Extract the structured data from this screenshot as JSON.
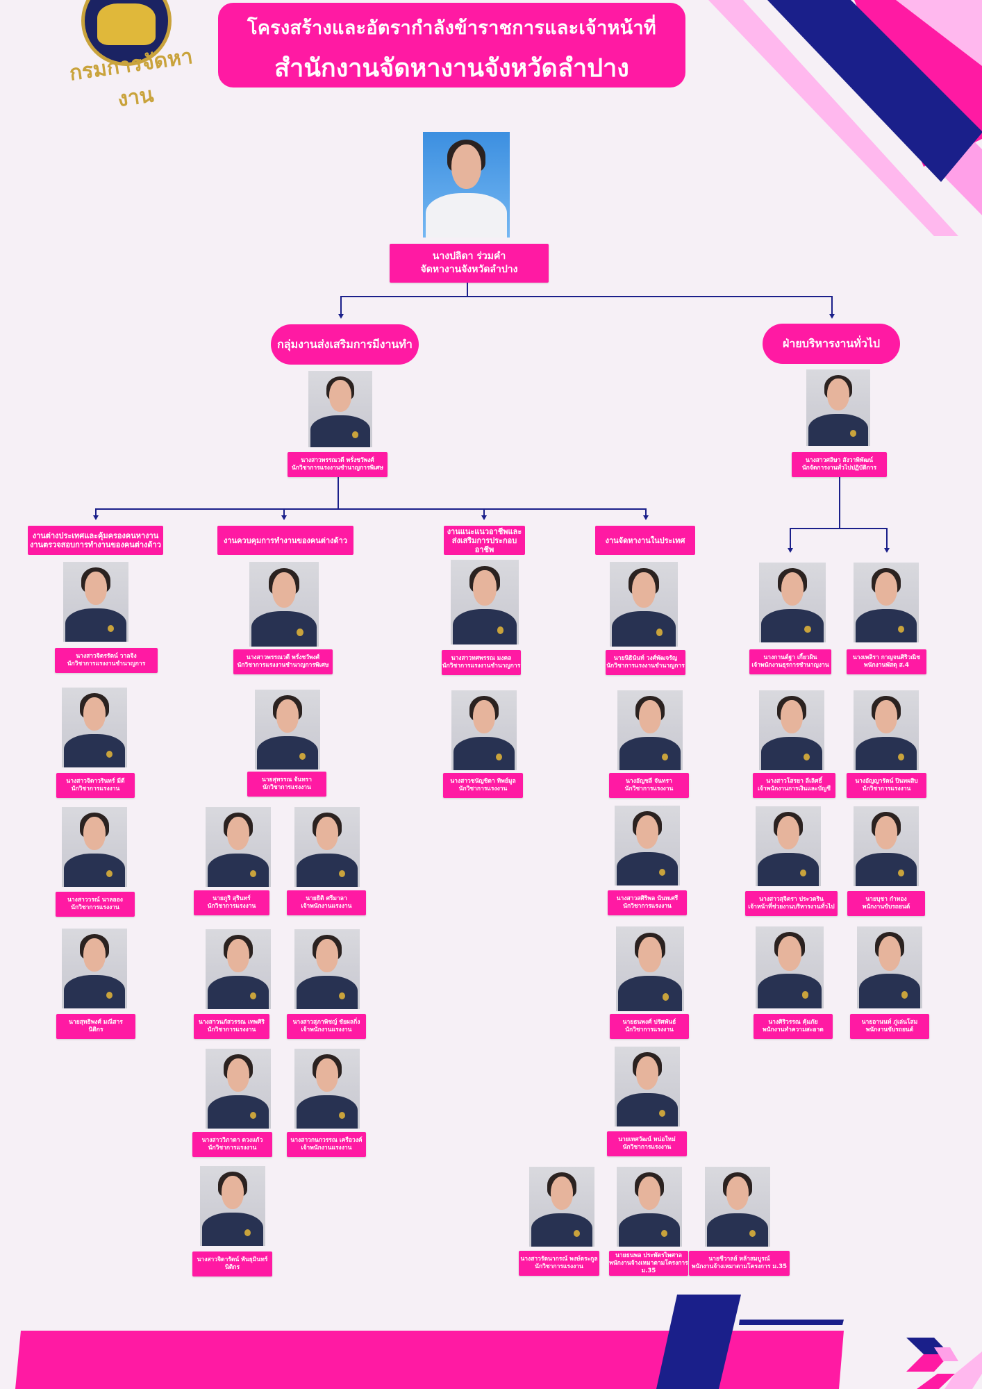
{
  "header": {
    "line1": "โครงสร้างและอัตรากำลังข้าราชการและเจ้าหน้าที่",
    "line2": "สำนักงานจัดหางานจังหวัดลำปาง"
  },
  "logo": {
    "text": "กรมการจัดหางาน"
  },
  "colors": {
    "accent": "#ff1aa3",
    "navy": "#1a1f8a",
    "light_pink": "#ffa3e6"
  },
  "director": {
    "name": "นางปลิดา ร่วมคำ",
    "title": "จัดหางานจังหวัดลำปาง"
  },
  "groups": {
    "employment": "กลุ่มงานส่งเสริมการมีงานทำ",
    "admin": "ฝ่ายบริหารงานทั่วไป"
  },
  "heads": {
    "employment": {
      "name": "นางสาวพรรณวดี พรั่งชวัพงศ์",
      "title": "นักวิชาการแรงงานชำนาญการพิเศษ"
    },
    "admin": {
      "name": "นางสาวศลิษา สังวาพิพัฒน์",
      "title": "นักจัดการงานทั่วไปปฏิบัติการ"
    }
  },
  "sections": {
    "s1a": "งานต่างประเทศและคุ้มครองคนหางาน",
    "s1b": "งานตรวจสอบการทำงานของคนต่างด้าว",
    "s2": "งานควบคุมการทำงานของคนต่างด้าว",
    "s3a": "งานแนะแนวอาชีพและ",
    "s3b": "ส่งเสริมการประกอบอาชีพ",
    "s4": "งานจัดหางานในประเทศ"
  },
  "staff": [
    {
      "name": "นางสาวจิตรรัตน์ วาลจิง",
      "title": "นักวิชาการแรงงานชำนาญการ"
    },
    {
      "name": "นางสาวจิดาวรินทร์ มีดี",
      "title": "นักวิชาการแรงงาน"
    },
    {
      "name": "นางสาววรณ์ นาลออง",
      "title": "นักวิชาการแรงงาน"
    },
    {
      "name": "นายสุทธิพงศ์ มณีสาร",
      "title": "นิติกร"
    },
    {
      "name": "นางสาวพรรณวดี พรั่งชวัพงศ์",
      "title": "นักวิชาการแรงงานชำนาญการพิเศษ"
    },
    {
      "name": "นายสุทรรณ จันทรา",
      "title": "นักวิชาการแรงงาน"
    },
    {
      "name": "นายภูริ สุรินทร์",
      "title": "นักวิชาการแรงงาน"
    },
    {
      "name": "นายธิติ ศรีมาลา",
      "title": "เจ้าพนักงานแรงงาน"
    },
    {
      "name": "นางสาวนภัสวรรณ เทพศิริ",
      "title": "นักวิชาการแรงงาน"
    },
    {
      "name": "นางสาวสุภาพิชญ์ ชัยผลกิ่ง",
      "title": "เจ้าพนักงานแรงงาน"
    },
    {
      "name": "นางสาววิภาดา ดวงแก้ว",
      "title": "นักวิชาการแรงงาน"
    },
    {
      "name": "นางสาวกนกวรรณ เครือวงค์",
      "title": "เจ้าพนักงานแรงงาน"
    },
    {
      "name": "นางสาวจิดารัตน์ พันธุมินทร์",
      "title": "นิติกร"
    },
    {
      "name": "นางสาวทศพรรณ มงคล",
      "title": "นักวิชาการแรงงานชำนาญการ"
    },
    {
      "name": "นางสาวชนัญชิดา ทิพย์มูล",
      "title": "นักวิชาการแรงงาน"
    },
    {
      "name": "นายนิธินันท์ วงศ์พัฒจรัญ",
      "title": "นักวิชาการแรงงานชำนาญการ"
    },
    {
      "name": "นางอัญชลี จันทรา",
      "title": "นักวิชาการแรงงาน"
    },
    {
      "name": "นางสาวสศิริพล นันทเศรี",
      "title": "นักวิชาการแรงงาน"
    },
    {
      "name": "นายธนพงศ์ ปรัศพันธ์",
      "title": "นักวิชาการแรงงาน"
    },
    {
      "name": "นายเทศวัฒน์ หน่อใหม่",
      "title": "นักวิชาการแรงงาน"
    },
    {
      "name": "นางสาวรัตนากรณ์ พงษ์ตระกูล",
      "title": "นักวิชาการแรงงาน"
    },
    {
      "name": "นายธนพล ประพัตรไพศาล",
      "title": "พนักงานจ้างเหมาตามโครงการ ม.35"
    },
    {
      "name": "นายชีวาลย์ หล้าสมบูรณ์",
      "title": "พนักงานจ้างเหมาตามโครงการ ม.35"
    },
    {
      "name": "นางกานต์ฐา เกี้ยวผิน",
      "title": "เจ้าพนักงานธุรการชำนาญงาน"
    },
    {
      "name": "นางเพลิรา กาญจนศิริวณิช",
      "title": "พนักงานพัสดุ ส.4"
    },
    {
      "name": "นางสาวโสรยา ลีเลิศธิ์",
      "title": "เจ้าพนักงานการเงินและบัญชี"
    },
    {
      "name": "นางอัญญารัตน์ ปินทผสิบ",
      "title": "นักวิชาการแรงงาน"
    },
    {
      "name": "นางสาวสุจิตรา ประวตริน",
      "title": "เจ้าหน้าที่ช่วยงานบริหารงานทั่วไป"
    },
    {
      "name": "นายบุชา กำทอง",
      "title": "พนักงานขับรถยนต์"
    },
    {
      "name": "นางศิริวรรณ คุ้มภัย",
      "title": "พนักงานทำความสะอาด"
    },
    {
      "name": "นายอานนท์ ภู่เล่นโสม",
      "title": "พนักงานขับรถยนต์"
    }
  ]
}
